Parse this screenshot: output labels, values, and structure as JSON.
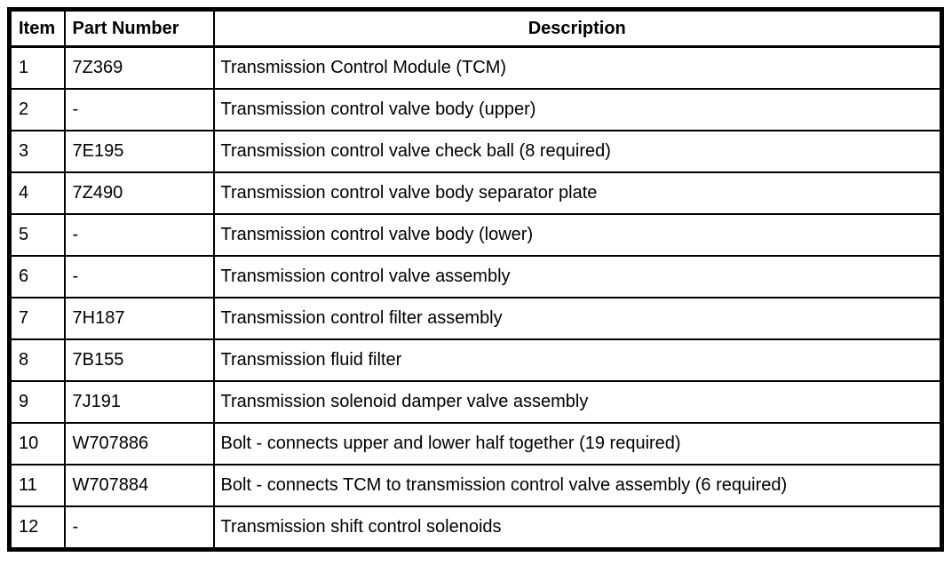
{
  "table": {
    "columns": {
      "item": "Item",
      "part_number": "Part Number",
      "description": "Description"
    },
    "rows": [
      {
        "item": "1",
        "part": "7Z369",
        "description": "Transmission Control Module (TCM)"
      },
      {
        "item": "2",
        "part": "-",
        "description": "Transmission control valve body (upper)"
      },
      {
        "item": "3",
        "part": "7E195",
        "description": "Transmission control valve check ball (8 required)"
      },
      {
        "item": "4",
        "part": "7Z490",
        "description": "Transmission control valve body separator plate"
      },
      {
        "item": "5",
        "part": "-",
        "description": "Transmission control valve body (lower)"
      },
      {
        "item": "6",
        "part": "-",
        "description": "Transmission control valve assembly"
      },
      {
        "item": "7",
        "part": "7H187",
        "description": "Transmission control filter assembly"
      },
      {
        "item": "8",
        "part": "7B155",
        "description": "Transmission fluid filter"
      },
      {
        "item": "9",
        "part": "7J191",
        "description": "Transmission solenoid damper valve assembly"
      },
      {
        "item": "10",
        "part": "W707886",
        "description": "Bolt - connects upper and lower half together (19 required)"
      },
      {
        "item": "11",
        "part": "W707884",
        "description": "Bolt - connects TCM to transmission control valve assembly (6 required)"
      },
      {
        "item": "12",
        "part": "-",
        "description": "Transmission shift control solenoids"
      }
    ],
    "colors": {
      "border": "#000000",
      "background": "#ffffff",
      "text": "#000000"
    }
  }
}
